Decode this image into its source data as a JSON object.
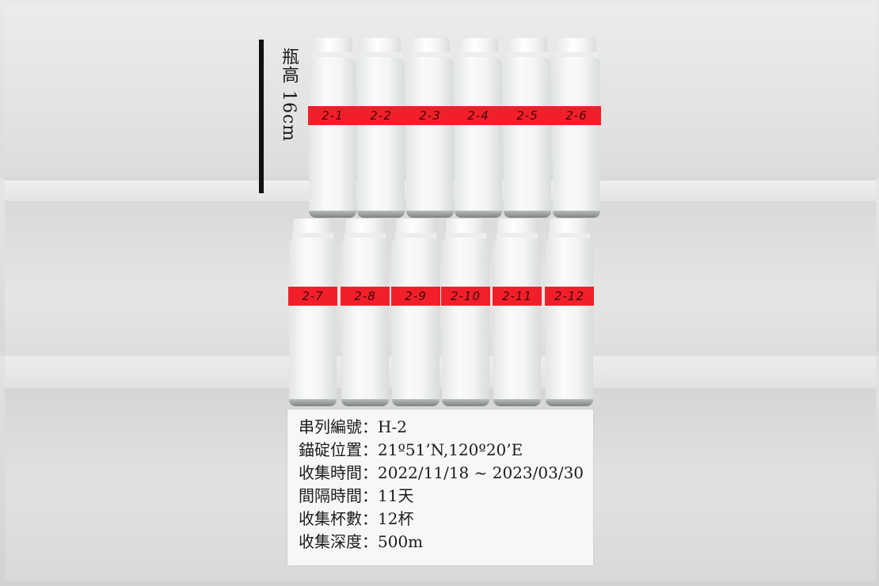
{
  "scale": {
    "label": "瓶高 16cm"
  },
  "bottles": {
    "top_row": [
      "2-1",
      "2-2",
      "2-3",
      "2-4",
      "2-5",
      "2-6"
    ],
    "bottom_row": [
      "2-7",
      "2-8",
      "2-9",
      "2-10",
      "2-11",
      "2-12"
    ]
  },
  "info_card": {
    "lines": [
      "串列編號：H-2",
      "錨碇位置：21º51’N,120º20’E",
      "收集時間：2022/11/18 ~ 2023/03/30",
      "間隔時間：11天",
      "收集杯數：12杯",
      "收集深度：500m"
    ]
  }
}
